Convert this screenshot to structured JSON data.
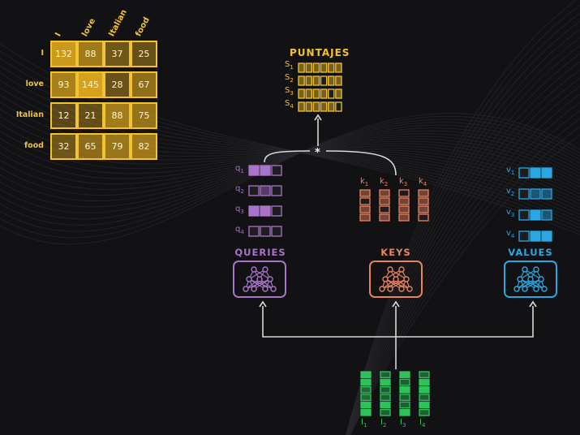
{
  "colors": {
    "background": "#121214",
    "scores": "#f2c230",
    "queries": "#a874c8",
    "keys": "#e9825f",
    "values": "#2aa6e0",
    "inputs": "#2ec25a",
    "connector": "#d8d8d8"
  },
  "matrix": {
    "columns": [
      "I",
      "love",
      "Italian",
      "food"
    ],
    "rows": [
      {
        "label": "I",
        "values": [
          "132",
          "88",
          "37",
          "25"
        ]
      },
      {
        "label": "love",
        "values": [
          "93",
          "145",
          "28",
          "67"
        ]
      },
      {
        "label": "Italian",
        "values": [
          "12",
          "21",
          "88",
          "75"
        ]
      },
      {
        "label": "food",
        "values": [
          "32",
          "65",
          "79",
          "82"
        ]
      }
    ]
  },
  "puntajes": {
    "title": "PUNTAJES",
    "labels": [
      "S1",
      "S2",
      "S3",
      "S4"
    ]
  },
  "operator": "*",
  "queries": {
    "title": "QUERIES",
    "labels": [
      "q1",
      "q2",
      "q3",
      "q4"
    ]
  },
  "keys": {
    "title": "KEYS",
    "labels": [
      "k1",
      "k2",
      "k3",
      "k4"
    ]
  },
  "values": {
    "title": "VALUES",
    "labels": [
      "v1",
      "v2",
      "v3",
      "v4"
    ]
  },
  "inputs": {
    "labels": [
      "I1",
      "I2",
      "I3",
      "I4"
    ]
  },
  "icons": {
    "queries": "neural-network-icon",
    "keys": "neural-network-icon",
    "values": "neural-network-icon"
  }
}
